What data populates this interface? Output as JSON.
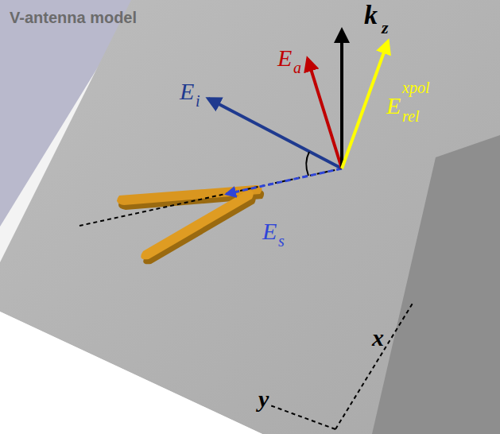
{
  "diagram": {
    "title": "V-antenna model",
    "labels": [
      "k",
      "z",
      "E",
      "a",
      "E",
      "i",
      "E",
      "rel",
      "xpol",
      "E",
      "s",
      "x",
      "y"
    ]
  }
}
